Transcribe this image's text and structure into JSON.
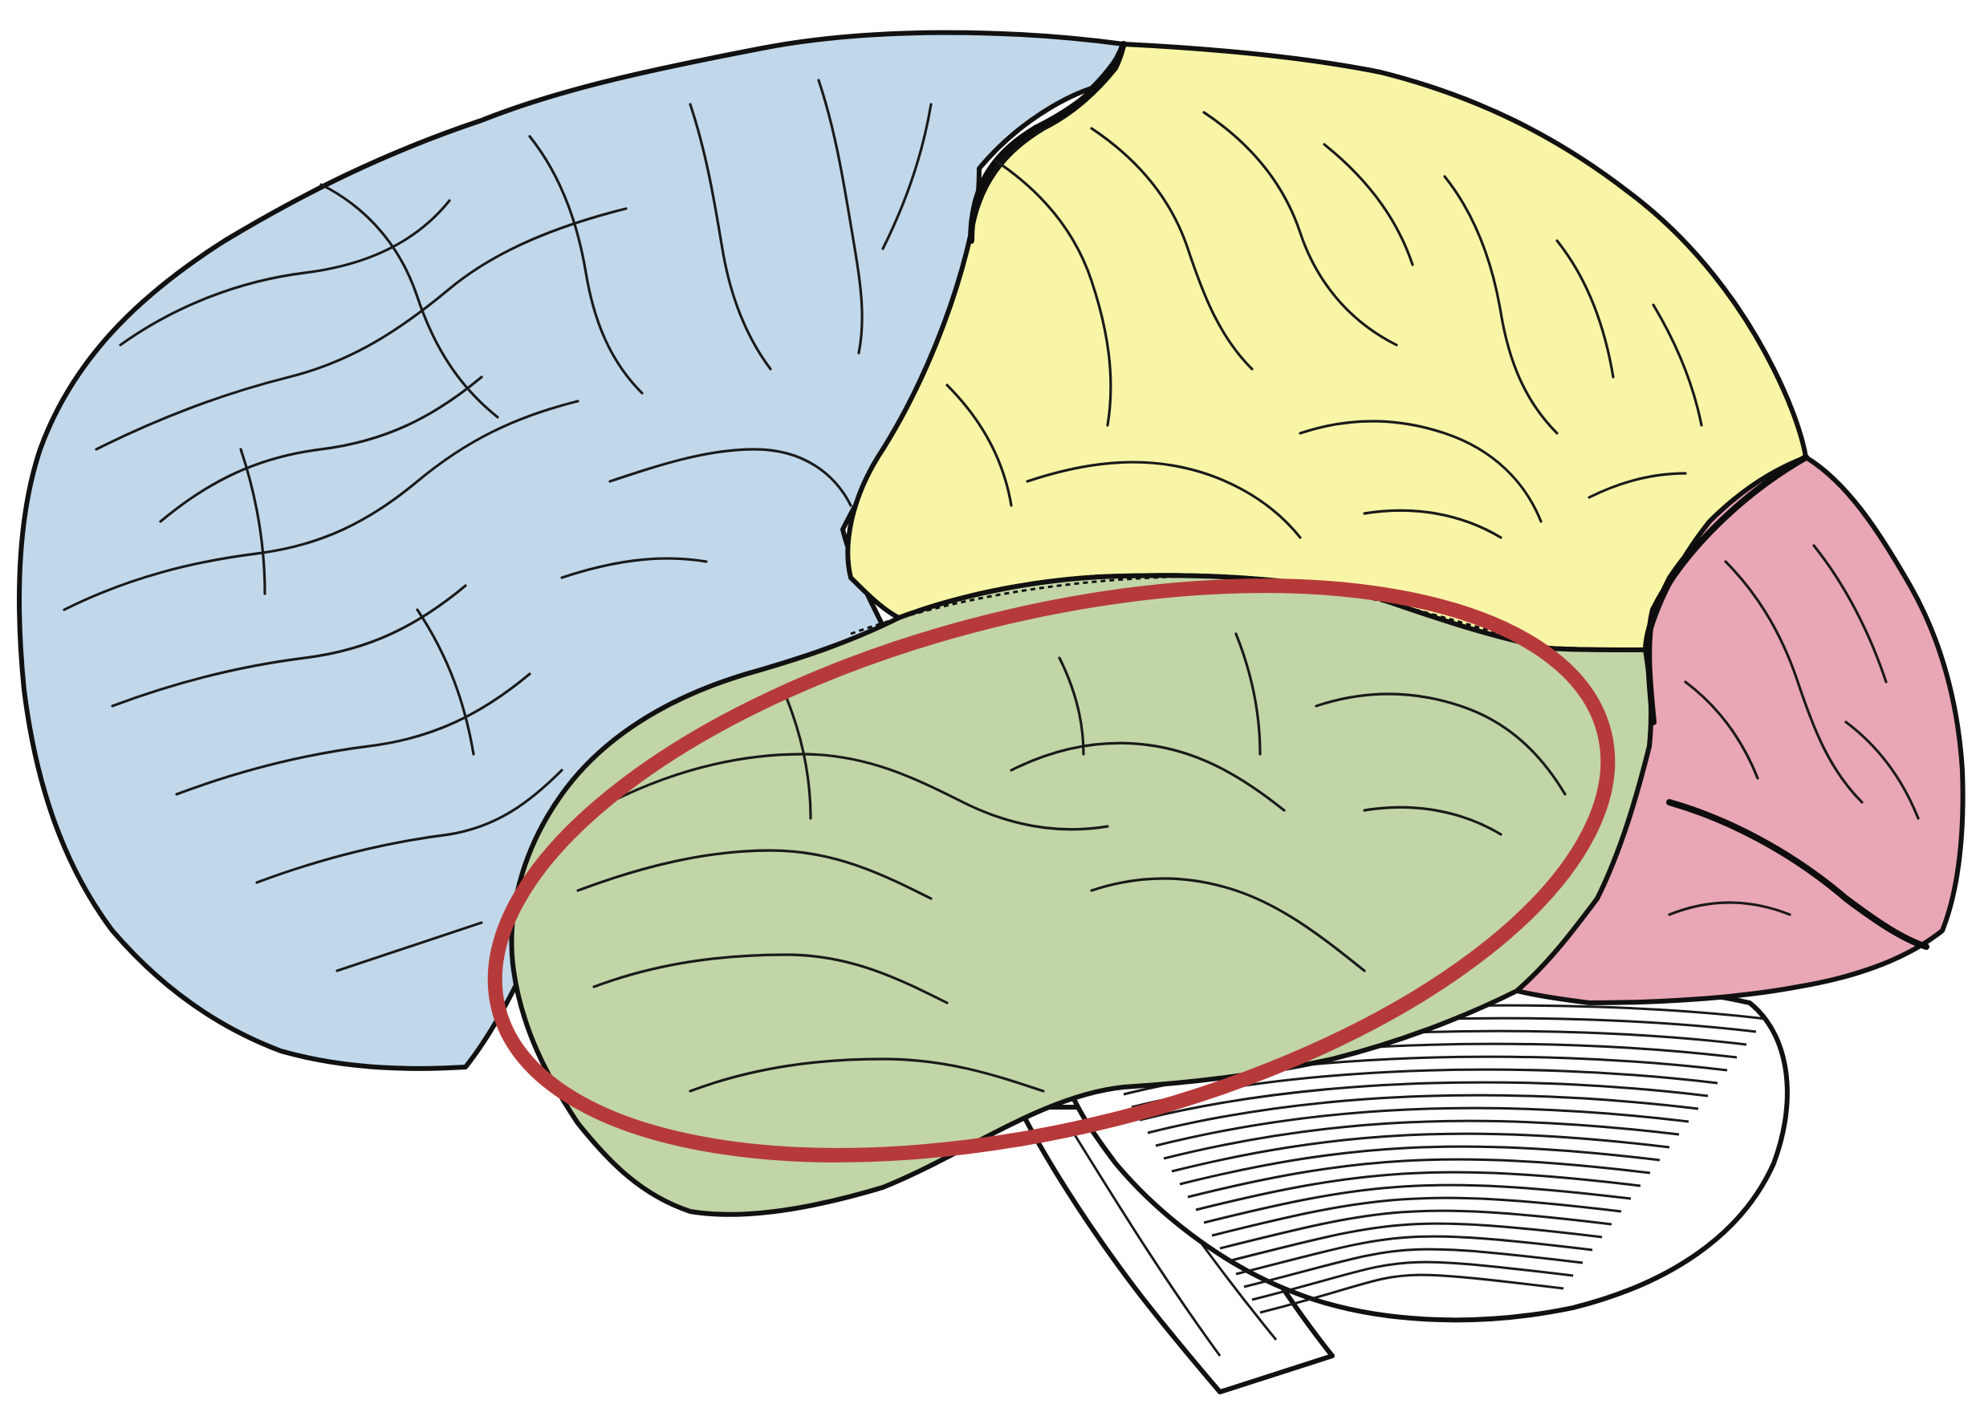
{
  "diagram": {
    "regions": [
      {
        "name": "frontal-lobe",
        "color": "#c1d8ea"
      },
      {
        "name": "parietal-lobe",
        "color": "#f8f6a6"
      },
      {
        "name": "temporal-lobe",
        "color": "#c2d5a6"
      },
      {
        "name": "occipital-lobe",
        "color": "#e9a6b4"
      },
      {
        "name": "cerebellum",
        "color": "#ffffff"
      },
      {
        "name": "brainstem",
        "color": "#ffffff"
      }
    ],
    "highlight": {
      "region": "temporal-lobe",
      "shape": "ellipse",
      "color": "#b73a3a"
    },
    "outline_color": "#111111"
  }
}
